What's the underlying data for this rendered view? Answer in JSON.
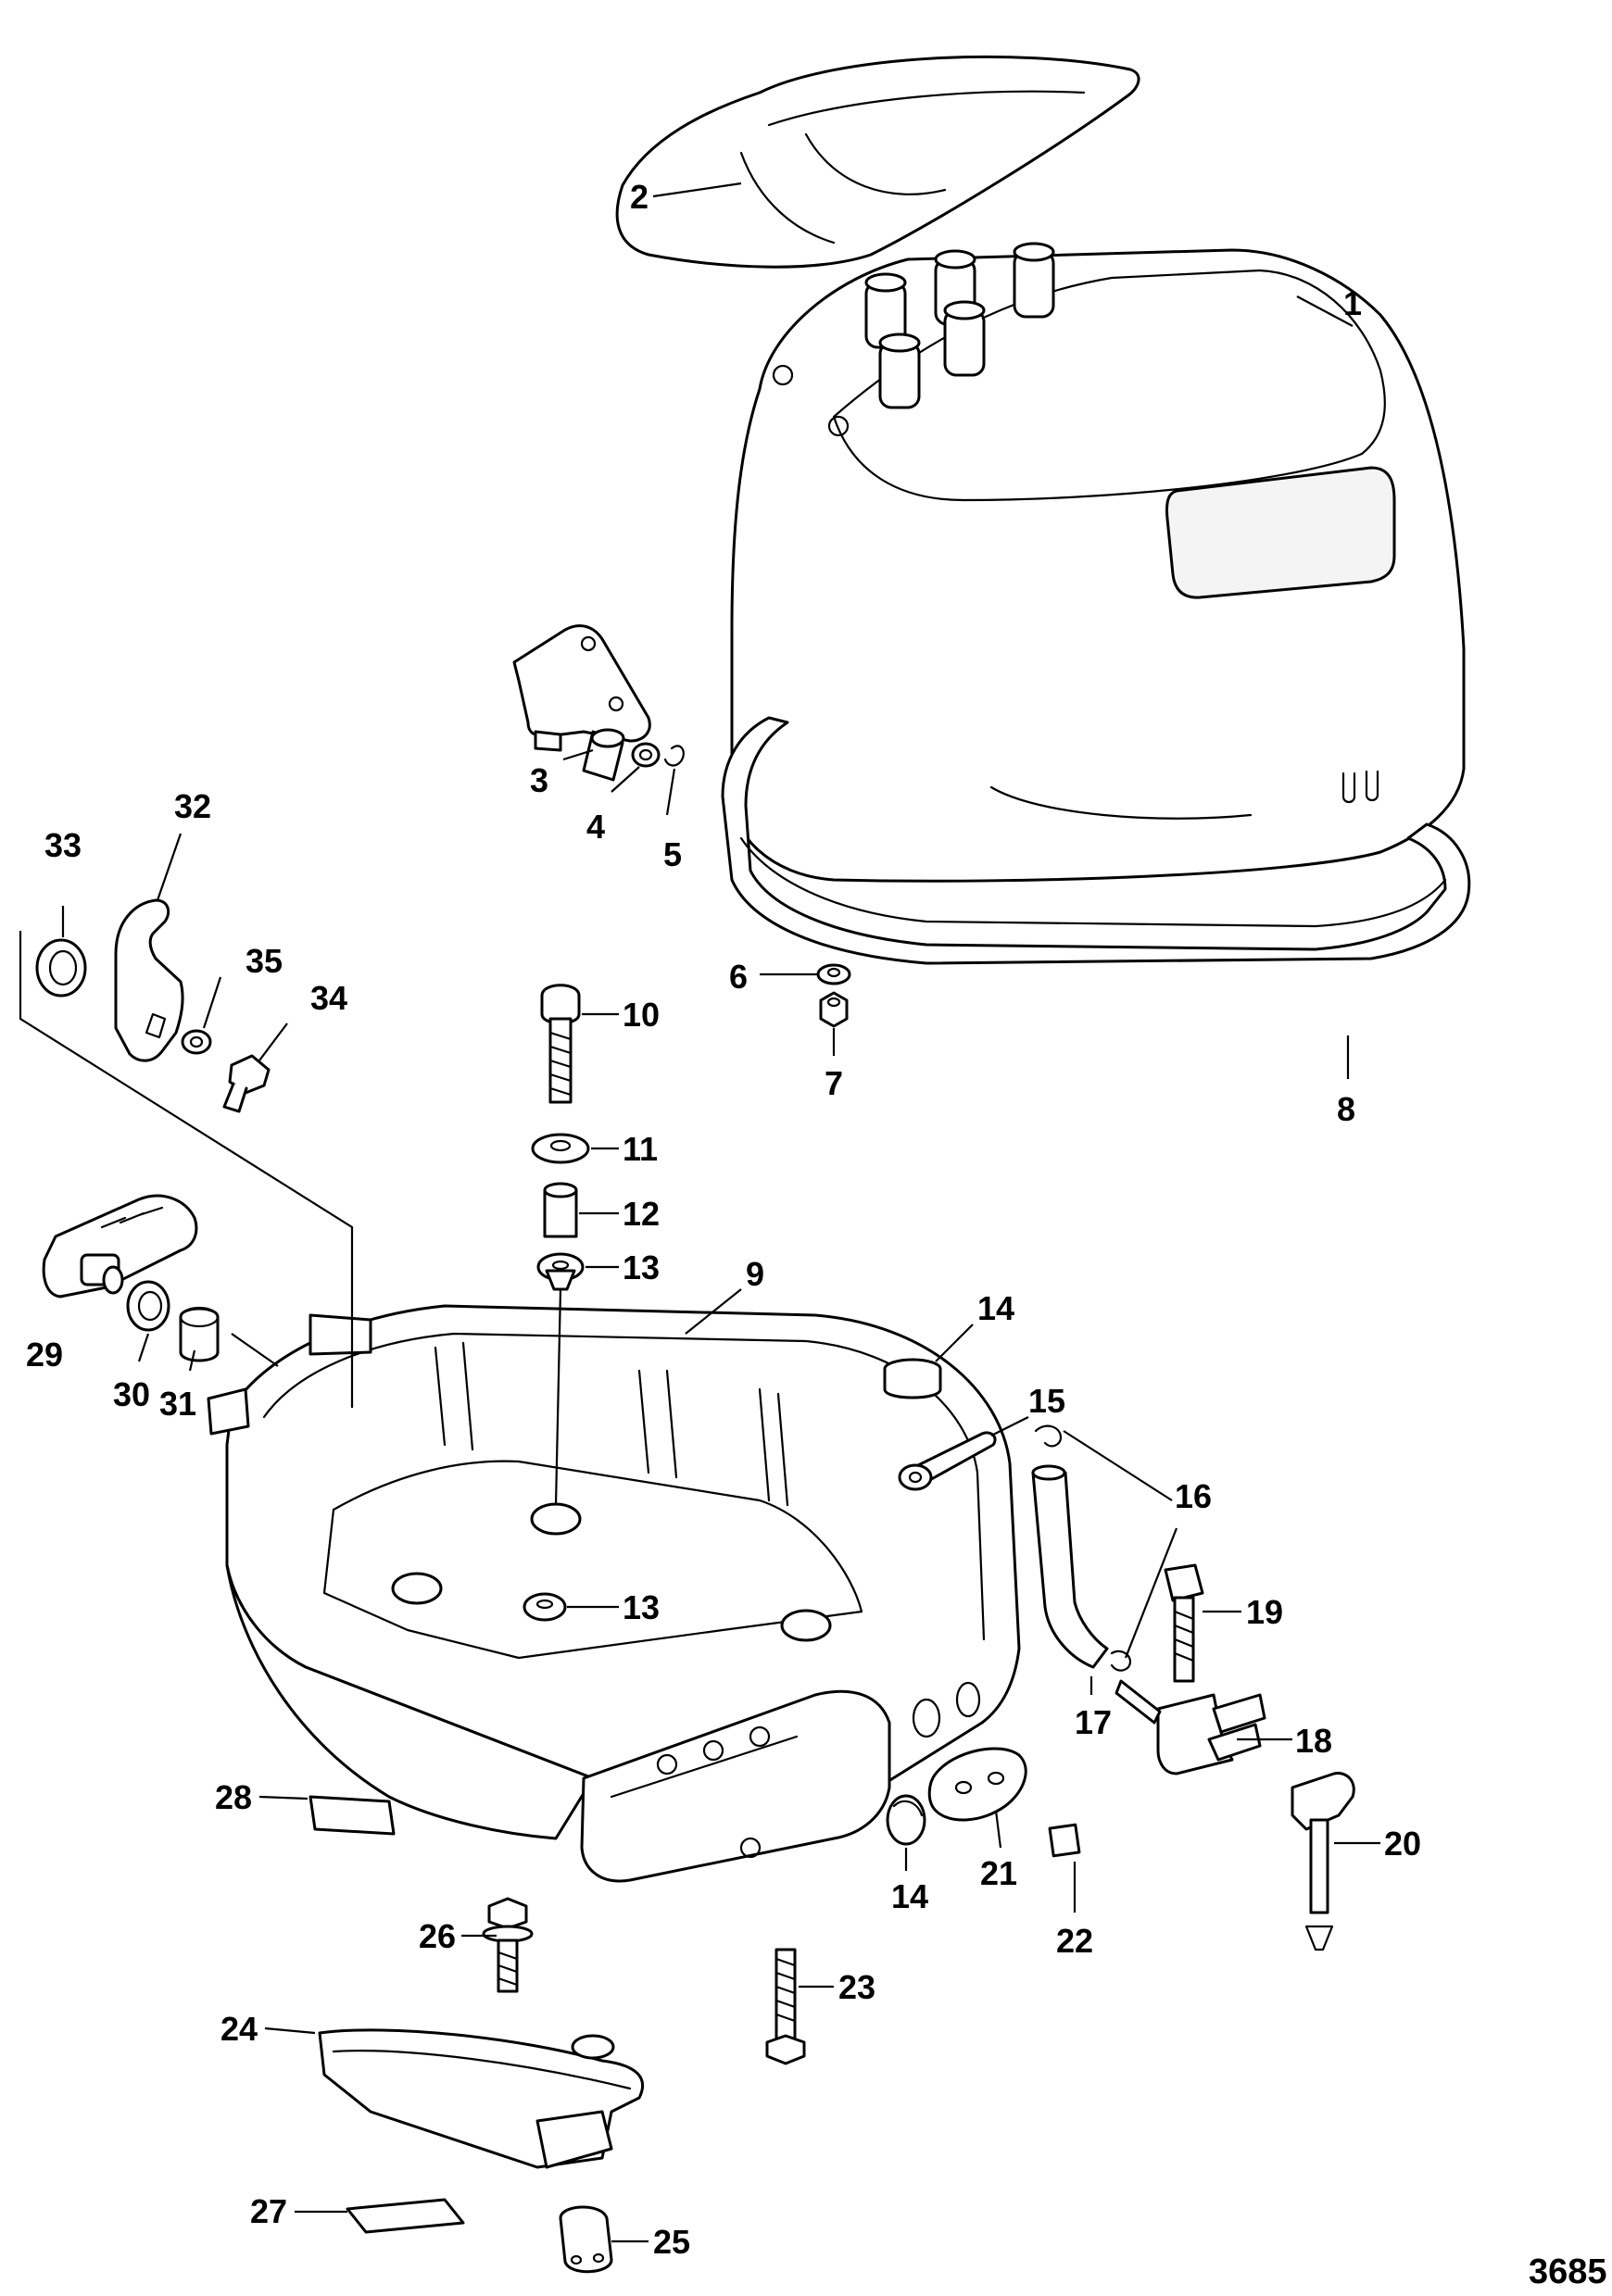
{
  "figure_number": "3685",
  "callouts": {
    "c1": "1",
    "c2": "2",
    "c3": "3",
    "c4": "4",
    "c5": "5",
    "c6": "6",
    "c7": "7",
    "c8": "8",
    "c9": "9",
    "c10": "10",
    "c11": "11",
    "c12": "12",
    "c13a": "13",
    "c13b": "13",
    "c14a": "14",
    "c14b": "14",
    "c15": "15",
    "c16": "16",
    "c17": "17",
    "c18": "18",
    "c19": "19",
    "c20": "20",
    "c21": "21",
    "c22": "22",
    "c23": "23",
    "c24": "24",
    "c25": "25",
    "c26": "26",
    "c27": "27",
    "c28": "28",
    "c29": "29",
    "c30": "30",
    "c31": "31",
    "c32": "32",
    "c33": "33",
    "c34": "34",
    "c35": "35"
  }
}
